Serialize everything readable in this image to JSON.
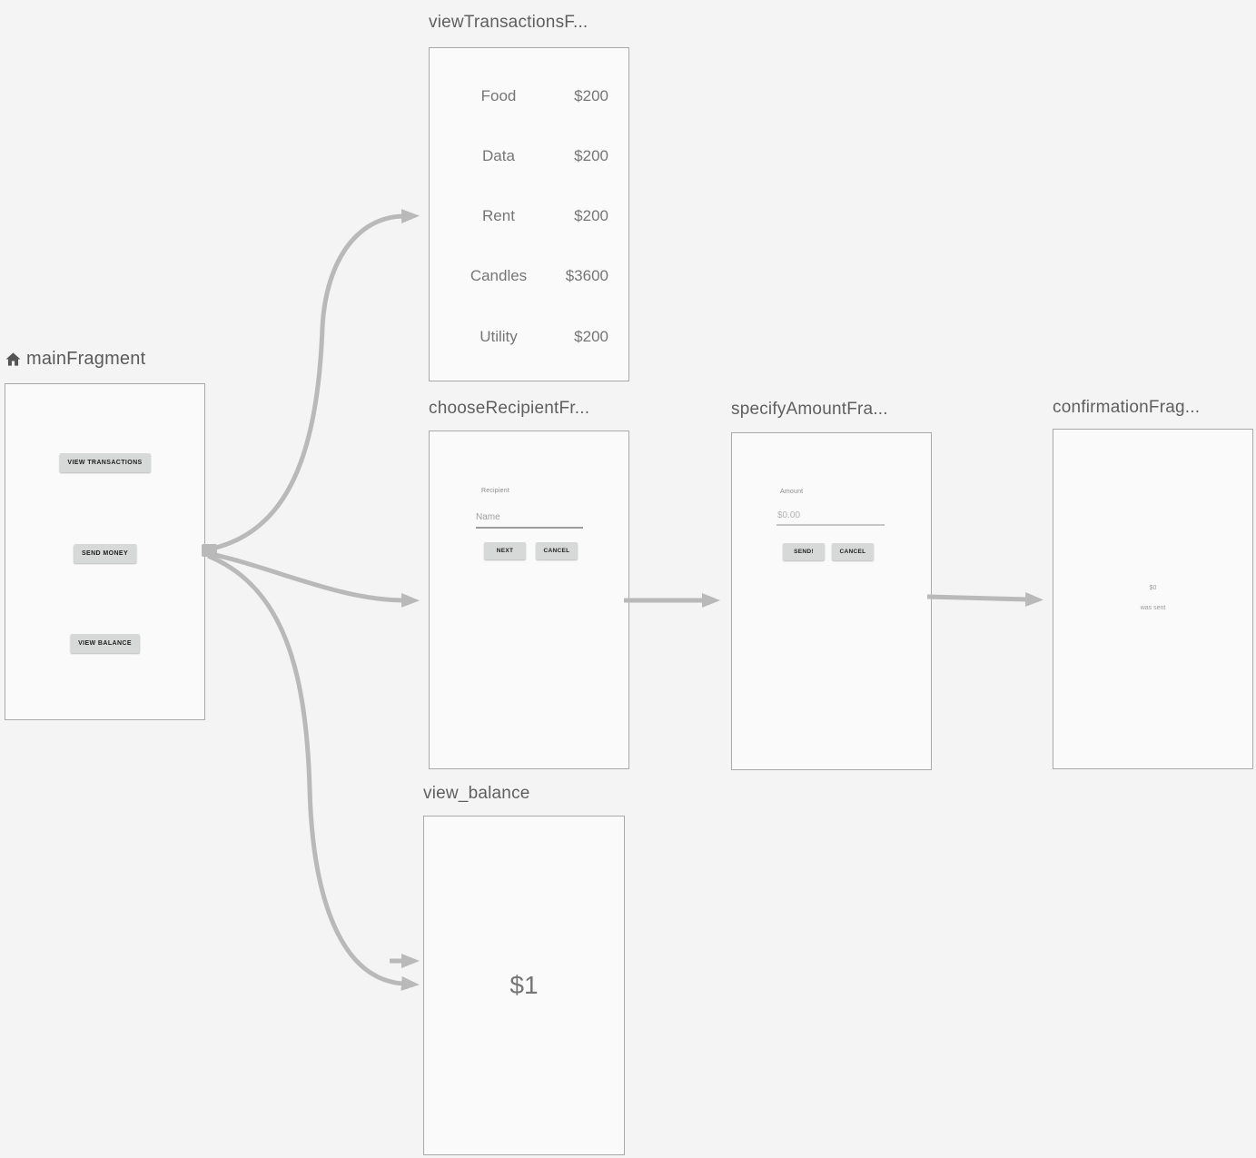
{
  "colors": {
    "background": "#f4f4f4",
    "card_background": "#fafafa",
    "card_border": "#a9a9a9",
    "arrow": "#b9b9b9",
    "title_text": "#5f5f5f",
    "preview_text": "#757575"
  },
  "fragments": {
    "main": {
      "title": "mainFragment",
      "icon": "home-icon",
      "buttons": [
        "VIEW TRANSACTIONS",
        "SEND MONEY",
        "VIEW BALANCE"
      ]
    },
    "view_transactions": {
      "title": "viewTransactionsF...",
      "rows": [
        {
          "label": "Food",
          "amount": "$200"
        },
        {
          "label": "Data",
          "amount": "$200"
        },
        {
          "label": "Rent",
          "amount": "$200"
        },
        {
          "label": "Candles",
          "amount": "$3600"
        },
        {
          "label": "Utility",
          "amount": "$200"
        }
      ]
    },
    "choose_recipient": {
      "title": "chooseRecipientFr...",
      "field_label": "Recipient",
      "field_hint": "Name",
      "buttons": [
        "NEXT",
        "CANCEL"
      ]
    },
    "specify_amount": {
      "title": "specifyAmountFra...",
      "field_label": "Amount",
      "field_hint": "$0.00",
      "buttons": [
        "SEND!",
        "CANCEL"
      ]
    },
    "confirmation": {
      "title": "confirmationFrag...",
      "line1": "$0",
      "line2": "was sent"
    },
    "view_balance": {
      "title": "view_balance",
      "balance": "$1"
    }
  }
}
